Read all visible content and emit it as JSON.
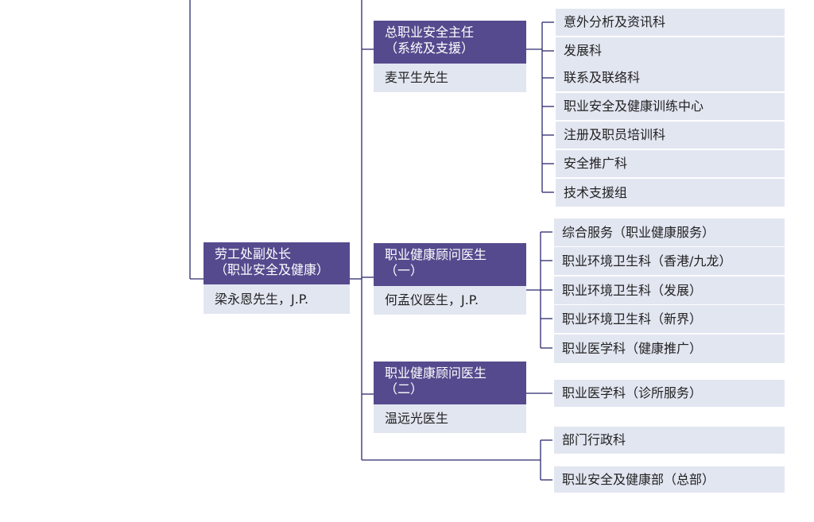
{
  "root": {
    "title_lines": [
      "劳工处副处长",
      "（职业安全及健康）"
    ],
    "name": "梁永恩先生，J.P."
  },
  "managers": [
    {
      "title_lines": [
        "总职业安全主任",
        "（系统及支援）"
      ],
      "name": "麦平生先生"
    },
    {
      "title_lines": [
        "职业健康顾问医生",
        "（一）"
      ],
      "name": "何孟仪医生，J.P."
    },
    {
      "title_lines": [
        "职业健康顾问医生",
        "（二）"
      ],
      "name": "温远光医生"
    }
  ],
  "groups": [
    {
      "sections": [
        "意外分析及资讯科",
        "发展科",
        "联系及联络科",
        "职业安全及健康训练中心",
        "注册及职员培训科",
        "安全推广科",
        "技术支援组"
      ]
    },
    {
      "sections": [
        "综合服务（职业健康服务）",
        "职业环境卫生科（香港/九龙）",
        "职业环境卫生科（发展）",
        "职业环境卫生科（新界）",
        "职业医学科（健康推广）"
      ]
    },
    {
      "sections": [
        "职业医学科（诊所服务）"
      ]
    },
    {
      "sections": [
        "部门行政科",
        "职业安全及健康部（总部）"
      ]
    }
  ],
  "colors": {
    "header": "#564a8e",
    "box": "#e2e6f1",
    "line": "#2d2a6e"
  }
}
